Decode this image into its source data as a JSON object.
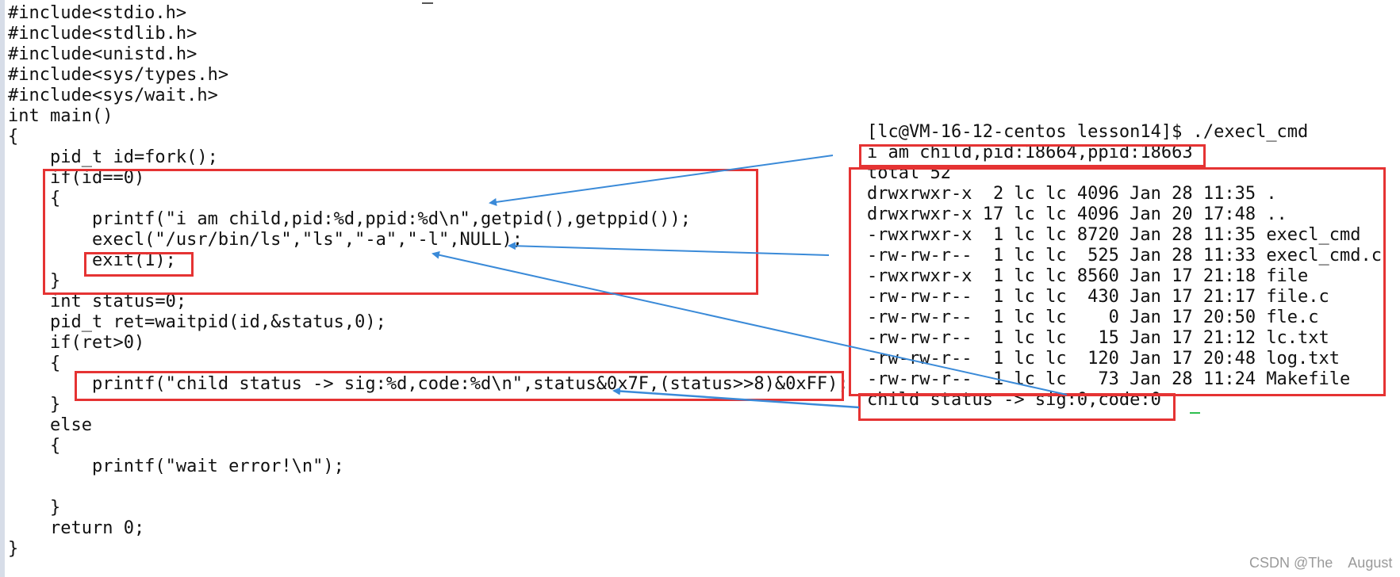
{
  "code_lines": [
    "#include<stdio.h>",
    "#include<stdlib.h>",
    "#include<unistd.h>",
    "#include<sys/types.h>",
    "#include<sys/wait.h>",
    "int main()",
    "{",
    "    pid_t id=fork();",
    "    if(id==0)",
    "    {",
    "        printf(\"i am child,pid:%d,ppid:%d\\n\",getpid(),getppid());",
    "        execl(\"/usr/bin/ls\",\"ls\",\"-a\",\"-l\",NULL);",
    "        exit(1);",
    "    }",
    "    int status=0;",
    "    pid_t ret=waitpid(id,&status,0);",
    "    if(ret>0)",
    "    {",
    "        printf(\"child status -> sig:%d,code:%d\\n\",status&0x7F,(status>>8)&0xFF);",
    "    }",
    "    else",
    "    {",
    "        printf(\"wait error!\\n\");",
    "",
    "    }",
    "    return 0;",
    "}"
  ],
  "terminal_lines": [
    "[lc@VM-16-12-centos lesson14]$ ./execl_cmd",
    "i am child,pid:18664,ppid:18663",
    "total 52",
    "drwxrwxr-x  2 lc lc 4096 Jan 28 11:35 .",
    "drwxrwxr-x 17 lc lc 4096 Jan 20 17:48 ..",
    "-rwxrwxr-x  1 lc lc 8720 Jan 28 11:35 execl_cmd",
    "-rw-rw-r--  1 lc lc  525 Jan 28 11:33 execl_cmd.c",
    "-rwxrwxr-x  1 lc lc 8560 Jan 17 21:18 file",
    "-rw-rw-r--  1 lc lc  430 Jan 17 21:17 file.c",
    "-rw-rw-r--  1 lc lc    0 Jan 17 20:50 fle.c",
    "-rw-rw-r--  1 lc lc   15 Jan 17 21:12 lc.txt",
    "-rw-rw-r--  1 lc lc  120 Jan 17 20:48 log.txt",
    "-rw-rw-r--  1 lc lc   73 Jan 28 11:24 Makefile",
    "child status -> sig:0,code:0"
  ],
  "watermark": "CSDN @The    August",
  "colors": {
    "highlight_box": "#e53333",
    "arrow": "#3a8ad8",
    "cursor": "#2fbf4f"
  }
}
